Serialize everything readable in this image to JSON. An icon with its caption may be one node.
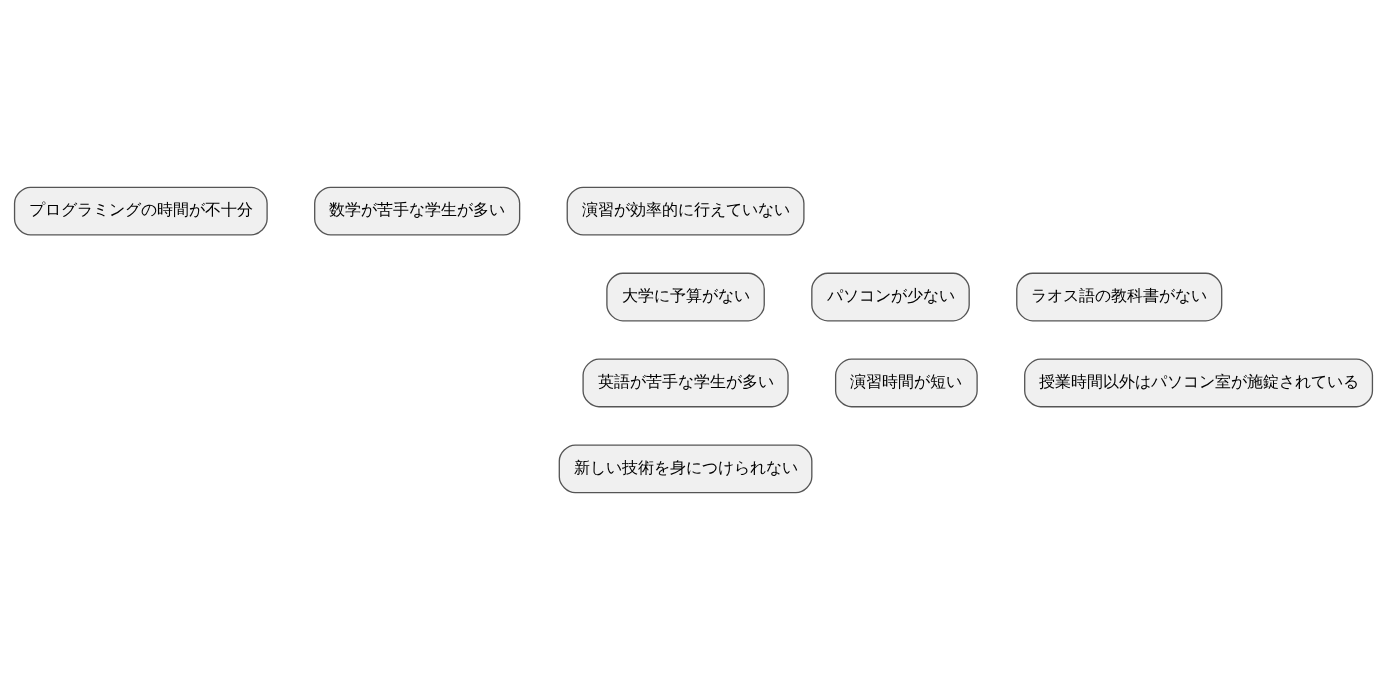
{
  "diagram": {
    "nodes": [
      {
        "text": [
          "プログラミングの時間が不十分"
        ]
      },
      {
        "text": [
          "数学が苦手な学生が多い"
        ]
      },
      {
        "text": [
          "演習が効率的に行えていない"
        ]
      },
      {
        "text": [
          "パソコンが少ない"
        ]
      },
      {
        "text": [
          "ラオス語の教科書がない"
        ]
      },
      {
        "text": [
          "大学に予算がない"
        ]
      },
      {
        "text": [
          "英語が苦手な学生が多い"
        ]
      },
      {
        "text": [
          "演習時間が短い"
        ]
      },
      {
        "text": [
          "授業時間以外はパソコン室が施錠されている"
        ]
      },
      {
        "text": [
          "新しい技術を身につけられない"
        ]
      }
    ],
    "edges": []
  }
}
